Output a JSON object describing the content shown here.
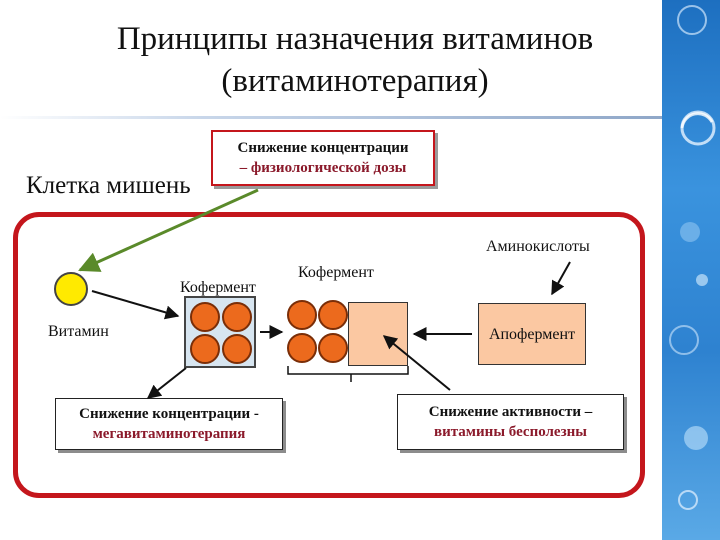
{
  "slide": {
    "title_line1": "Принципы назначения витаминов",
    "title_line2": "(витаминотерапия)",
    "target_label": "Клетка мишень"
  },
  "boxes": {
    "top_line1": "Снижение концентрации",
    "top_line2": "– физиологической дозы",
    "left_line1": "Снижение концентрации -",
    "left_line2": "мегавитаминотерапия",
    "right_line1": "Снижение активности –",
    "right_line2": "витамины бесполезны"
  },
  "labels": {
    "amino_acids": "Аминокислоты",
    "coenzyme_1": "Кофермент",
    "coenzyme_2": "Кофермент",
    "vitamin": "Витамин",
    "apoenzyme": "Апофермент"
  },
  "colors": {
    "frame": "#c4161c",
    "vitamin": "#ffea00",
    "coenzyme_ball": "#ec6a1d",
    "apoenzyme": "#fbc8a2",
    "coenzyme_box": "#d7e5f0",
    "accent_text": "#8b1a2b",
    "side_panel": "#2e82d0"
  }
}
